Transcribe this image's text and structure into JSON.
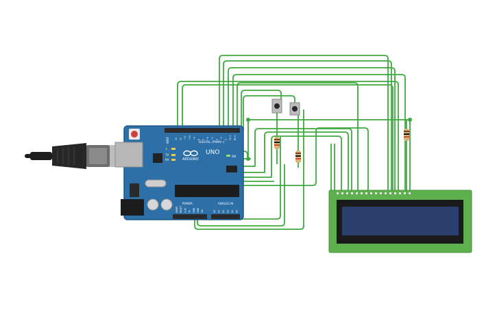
{
  "board": {
    "name": "UNO",
    "brand": "ARDUINO",
    "digital_label": "DIGITAL (PWM~)",
    "analog_label": "ANALOG IN",
    "power_label": "POWER",
    "on_label": "ON",
    "l_label": "L",
    "tx_label": "TX",
    "rx_label": "RX",
    "aref_label": "AREF",
    "gnd_label": "GND",
    "digital_pins": [
      "13",
      "12",
      "~11",
      "~10",
      "~9",
      "8",
      "7",
      "~6",
      "~5",
      "4",
      "~3",
      "2",
      "TX 1",
      "RX 0"
    ],
    "analog_pins": [
      "A0",
      "A1",
      "A2",
      "A3",
      "A4",
      "A5"
    ],
    "power_pins": [
      "IOREF",
      "RESET",
      "3.3V",
      "5V",
      "GND",
      "GND",
      "Vin"
    ]
  },
  "colors": {
    "board": "#2d6fa7",
    "board_dark": "#1f5587",
    "wire": "#3eaa3e",
    "lcd_pcb": "#5eb04f",
    "lcd_screen": "#2a3f6e",
    "header": "#2b2b2b",
    "usb": "#1e1e1e"
  },
  "icons": {
    "usb": "usb-cable-icon",
    "button": "pushbutton-icon",
    "resistor": "resistor-icon"
  }
}
